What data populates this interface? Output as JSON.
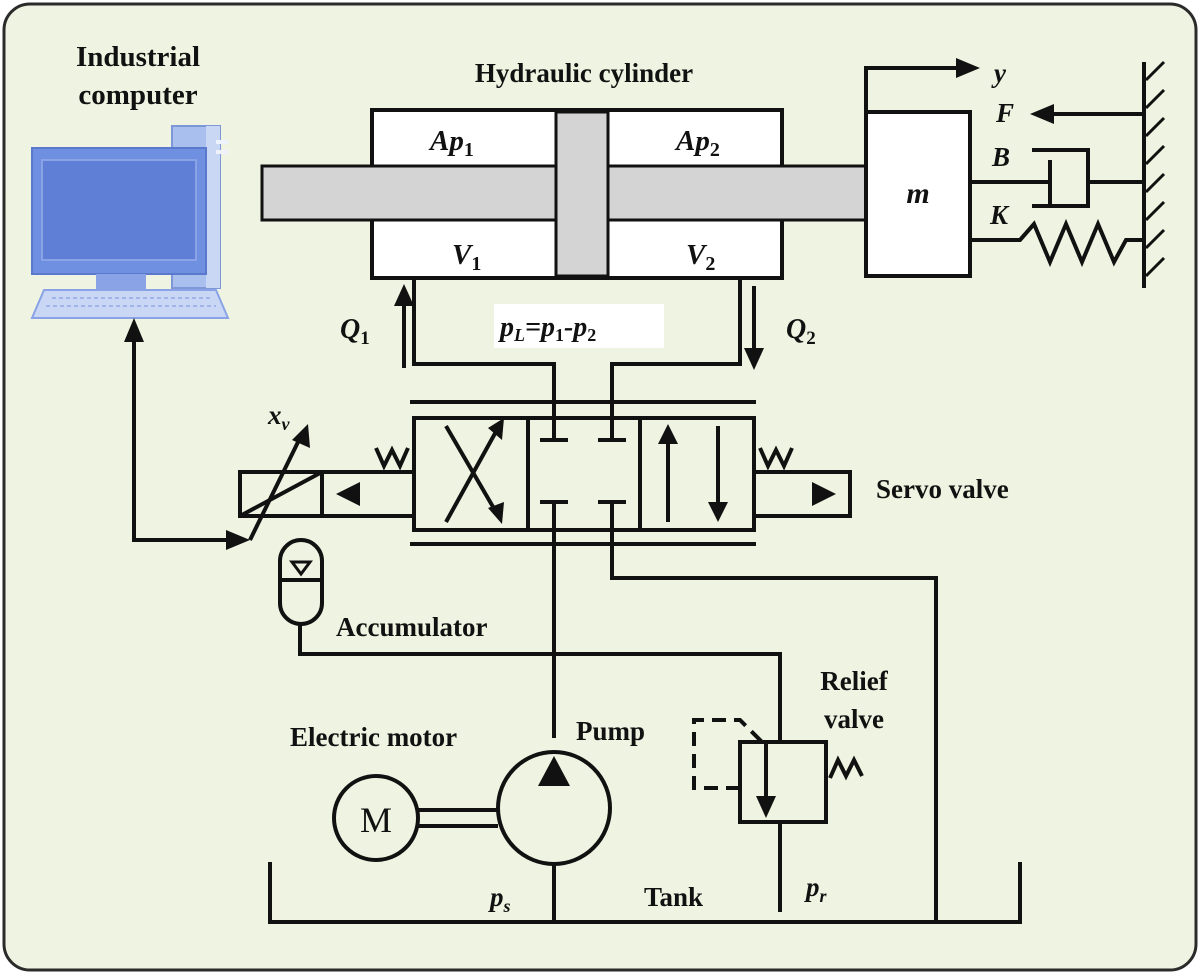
{
  "colors": {
    "background": "#eff3e1",
    "border": "#2b2b2b",
    "rod_fill": "#d4d4d4",
    "computer_blue": "#6f8fe0",
    "computer_light": "#c9d7f5"
  },
  "labels": {
    "computer_line1": "Industrial",
    "computer_line2": "computer",
    "hydraulic_cylinder": "Hydraulic cylinder",
    "chamber1_area": "Ap",
    "chamber2_area": "Ap",
    "chamber1_area_sub": "1",
    "chamber2_area_sub": "2",
    "volume1": "V",
    "volume1_sub": "1",
    "volume2": "V",
    "volume2_sub": "2",
    "mass": "m",
    "displacement": "y",
    "force": "F",
    "damping": "B",
    "stiffness": "K",
    "flow1": "Q",
    "flow1_sub": "1",
    "flow2": "Q",
    "flow2_sub": "2",
    "load_pressure": "p",
    "load_pressure_sub": "L",
    "load_pressure_eq": "=p",
    "load_pressure_sub1": "1",
    "load_pressure_minus": "-p",
    "load_pressure_sub2": "2",
    "spool_disp": "x",
    "spool_disp_sub": "v",
    "servo_valve": "Servo valve",
    "accumulator": "Accumulator",
    "relief_line1": "Relief",
    "relief_line2": "valve",
    "electric_motor": "Electric motor",
    "pump": "Pump",
    "motor_symbol": "M",
    "supply_pressure": "p",
    "supply_pressure_sub": "s",
    "tank": "Tank",
    "return_pressure": "p",
    "return_pressure_sub": "r"
  }
}
